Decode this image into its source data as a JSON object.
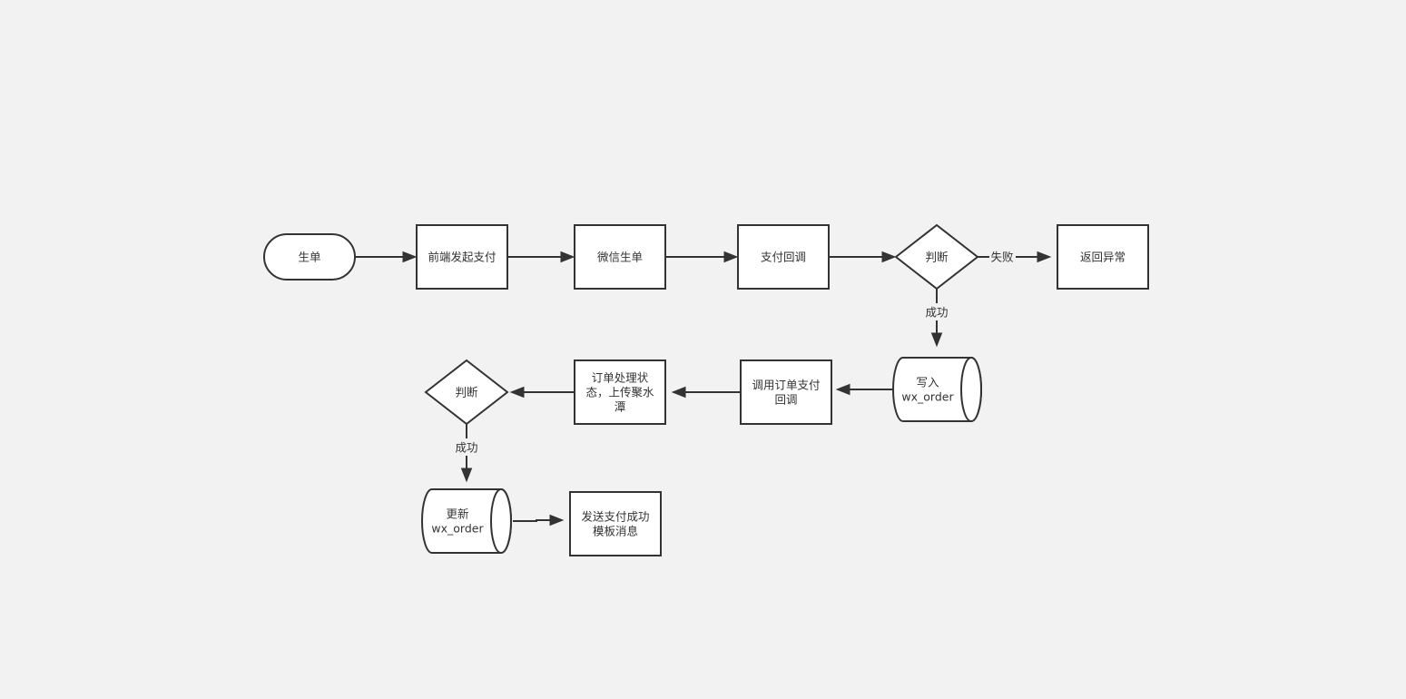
{
  "diagram": {
    "nodes": {
      "start": [
        "生单"
      ],
      "frontend_pay": [
        "前端发起支付"
      ],
      "wechat_order": [
        "微信生单"
      ],
      "pay_callback": [
        "支付回调"
      ],
      "judge_1": [
        "判断"
      ],
      "return_error": [
        "返回异常"
      ],
      "write_db": [
        "写入",
        "wx_order"
      ],
      "call_order_callback": [
        "调用订单支付",
        "回调"
      ],
      "process_status": [
        "订单处理状",
        "态，上传聚水",
        "潭"
      ],
      "judge_2": [
        "判断"
      ],
      "update_db": [
        "更新",
        "wx_order"
      ],
      "send_template": [
        "发送支付成功",
        "模板消息"
      ]
    },
    "edge_labels": {
      "fail_1": "失败",
      "success_1": "成功",
      "success_2": "成功"
    }
  },
  "colors": {
    "background": "#f2f2f2",
    "shape_fill": "#ffffff",
    "stroke": "#333333",
    "text": "#333333"
  }
}
